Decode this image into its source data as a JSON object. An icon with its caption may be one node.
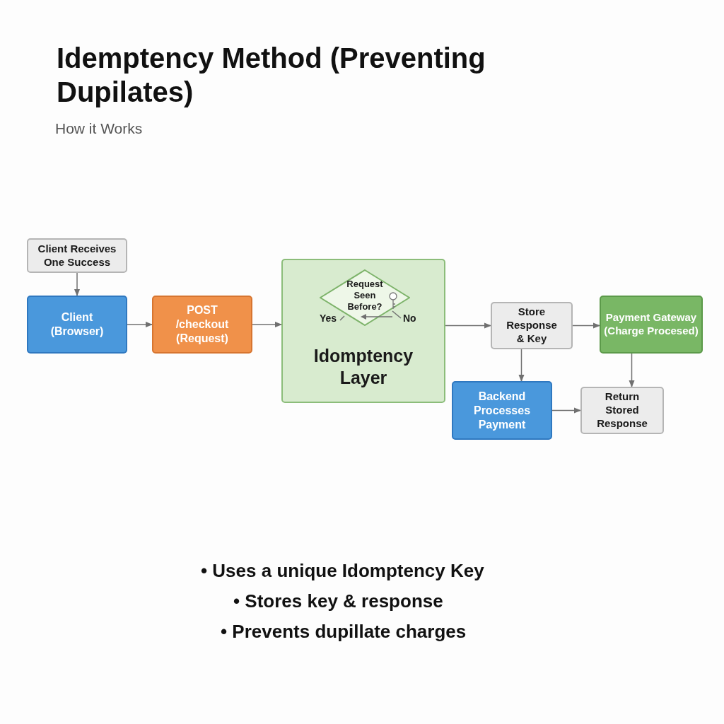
{
  "diagram": {
    "title": "Idemptency Method (Preventing Dupilates)",
    "nodes": [
      {
        "text": [
          "Client Receives One Success"
        ]
      },
      {
        "text": [
          "Client (Browser)"
        ]
      },
      {
        "text": [
          "POST /checkout (Request)"
        ]
      },
      {
        "text": [
          "Idomptency Layer"
        ]
      },
      {
        "text": [
          "Request Seen Before?"
        ],
        "in": 3
      },
      {
        "text": [
          "Store Response & Key"
        ]
      },
      {
        "text": [
          "Payment Gateway (Charge Procesed)"
        ]
      },
      {
        "text": [
          "Backend Processes Payment"
        ]
      },
      {
        "text": [
          "Return Stored Response"
        ]
      }
    ],
    "edges": [
      {
        "from": 0,
        "to": 1,
        "arrow": "to"
      },
      {
        "from": 1,
        "to": 2,
        "arrow": "to"
      },
      {
        "from": 2,
        "to": 3,
        "arrow": "to"
      },
      {
        "from": 3,
        "to": 5,
        "arrow": "to"
      },
      {
        "from": 5,
        "to": 6,
        "arrow": "to"
      },
      {
        "from": 5,
        "to": 7,
        "arrow": "to"
      },
      {
        "from": 6,
        "to": 8,
        "arrow": "to"
      },
      {
        "from": 7,
        "to": 8,
        "arrow": "to"
      }
    ],
    "labels": [
      "How it Works",
      "Yes",
      "No",
      "• Uses a unique Idomptency Key",
      "• Stores key & response",
      "• Prevents dupillate charges"
    ]
  }
}
